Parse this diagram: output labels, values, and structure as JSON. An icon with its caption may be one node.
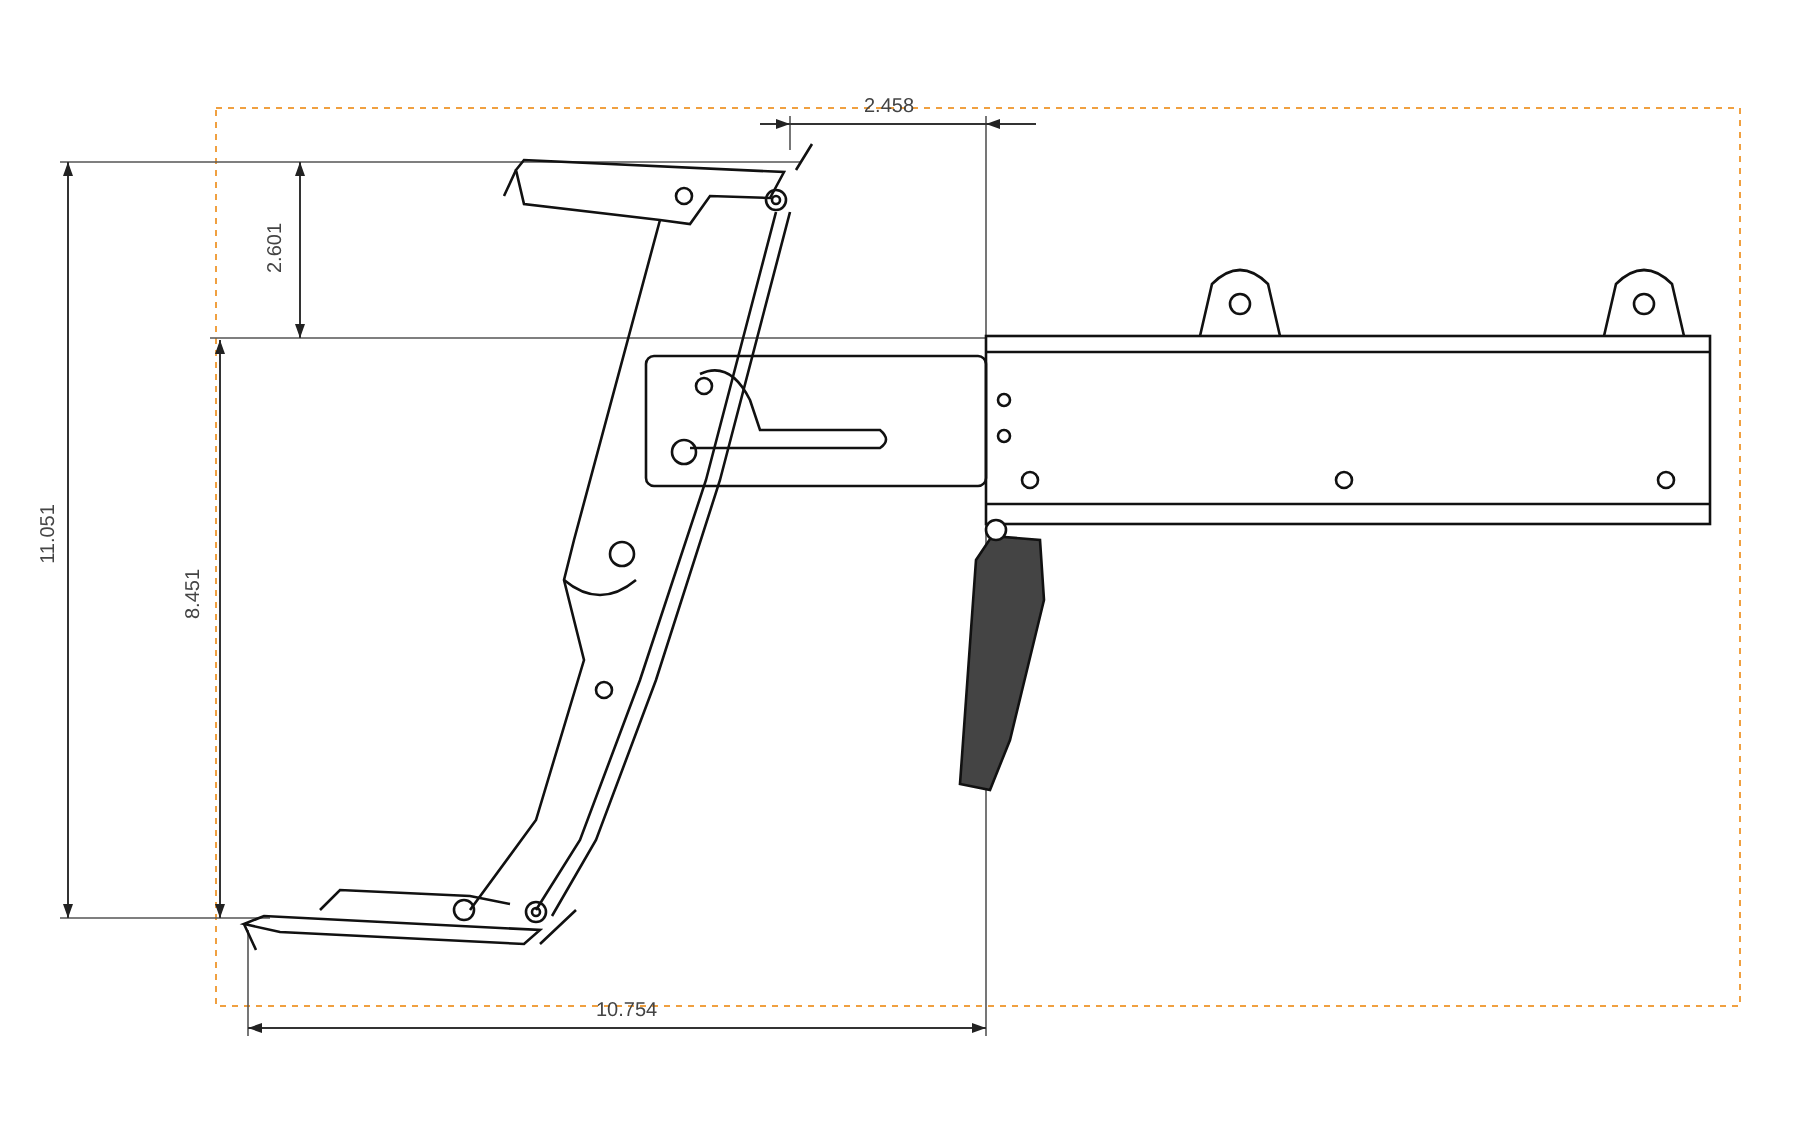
{
  "diagram": {
    "labels": [
      "2.458",
      "2.601",
      "11.051",
      "8.451",
      "10.754"
    ]
  }
}
